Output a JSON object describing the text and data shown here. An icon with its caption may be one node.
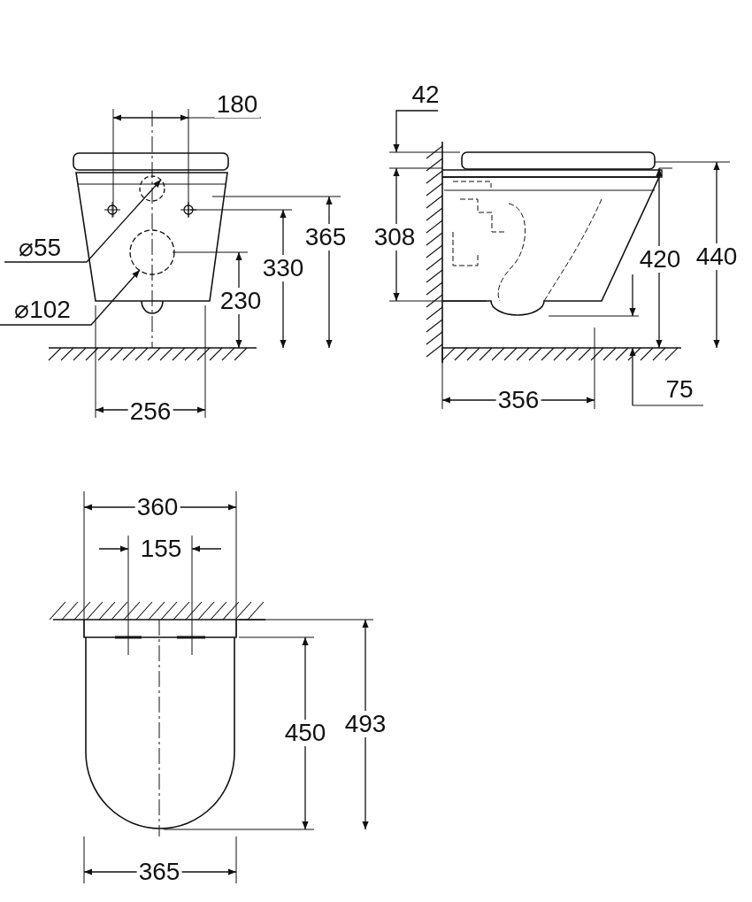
{
  "diagram": {
    "labels": [
      "180",
      "42",
      "⌀55",
      "365",
      "308",
      "330",
      "⌀102",
      "230",
      "420",
      "440",
      "256",
      "356",
      "75",
      "360",
      "155",
      "450",
      "493",
      "365"
    ]
  }
}
